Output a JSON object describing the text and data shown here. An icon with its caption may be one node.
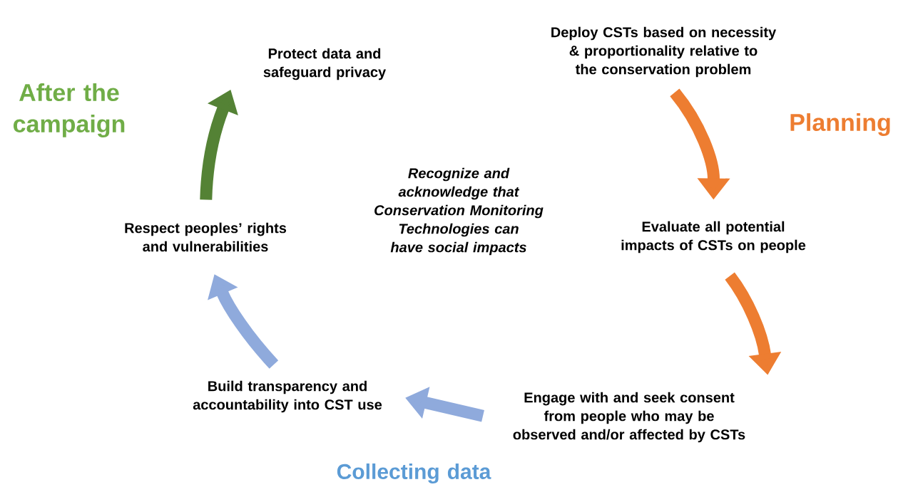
{
  "diagram": {
    "nodes": [
      {
        "text": [
          "Deploy CSTs based on necessity & proportionality relative to the conservation problem"
        ]
      },
      {
        "text": [
          "Evaluate all potential impacts of CSTs on people"
        ]
      },
      {
        "text": [
          "Engage with and seek consent from people who may be observed and/or affected by CSTs"
        ]
      },
      {
        "text": [
          "Build transparency and accountability into CST use"
        ]
      },
      {
        "text": [
          "Respect peoples’ rights and vulnerabilities"
        ]
      },
      {
        "text": [
          "Protect data and safeguard privacy"
        ]
      }
    ],
    "edges": [
      {
        "from": 0,
        "to": 1,
        "arrow": "to",
        "color": "#ed7d31"
      },
      {
        "from": 1,
        "to": 2,
        "arrow": "to",
        "color": "#ed7d31"
      },
      {
        "from": 2,
        "to": 3,
        "arrow": "to",
        "color": "#8faadc"
      },
      {
        "from": 3,
        "to": 4,
        "arrow": "to",
        "color": "#8faadc"
      },
      {
        "from": 4,
        "to": 5,
        "arrow": "to",
        "color": "#548235"
      }
    ],
    "labels": [
      "After the campaign",
      "Planning",
      "Recognize and acknowledge that Conservation Monitoring Technologies can have social impacts",
      "Collecting data"
    ]
  }
}
